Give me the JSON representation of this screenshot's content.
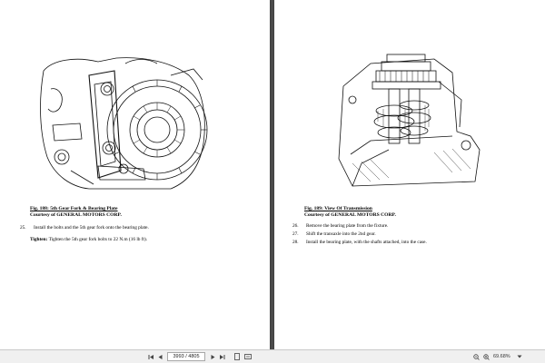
{
  "left_page": {
    "figure_caption": "Fig. 188: 5th Gear Fork & Bearing Plate",
    "figure_credit": "Courtesy of GENERAL MOTORS CORP.",
    "steps": [
      {
        "number": "25.",
        "text": "Install the bolts and the 5th gear fork onto the bearing plate."
      }
    ],
    "tighten_label": "Tighten:",
    "tighten_text": "Tighten the 5th gear fork bolts to 22 N.m (16 lb ft)."
  },
  "right_page": {
    "figure_caption": "Fig. 189: View Of Transmission",
    "figure_credit": "Courtesy of GENERAL MOTORS CORP.",
    "steps": [
      {
        "number": "26.",
        "text": "Remove the bearing plate from the fixture."
      },
      {
        "number": "27.",
        "text": "Shift the transaxle into the 2nd gear."
      },
      {
        "number": "28.",
        "text": "Install the bearing plate, with the shafts attached, into the case."
      }
    ]
  },
  "toolbar": {
    "page_indicator": "3993 / 4805",
    "zoom": "69.68%",
    "icons": [
      "first-page-icon",
      "previous-page-icon",
      "next-page-icon",
      "last-page-icon",
      "fit-page-icon",
      "fit-width-icon",
      "zoom-out-icon",
      "zoom-in-icon",
      "zoom-dropdown-icon"
    ]
  }
}
